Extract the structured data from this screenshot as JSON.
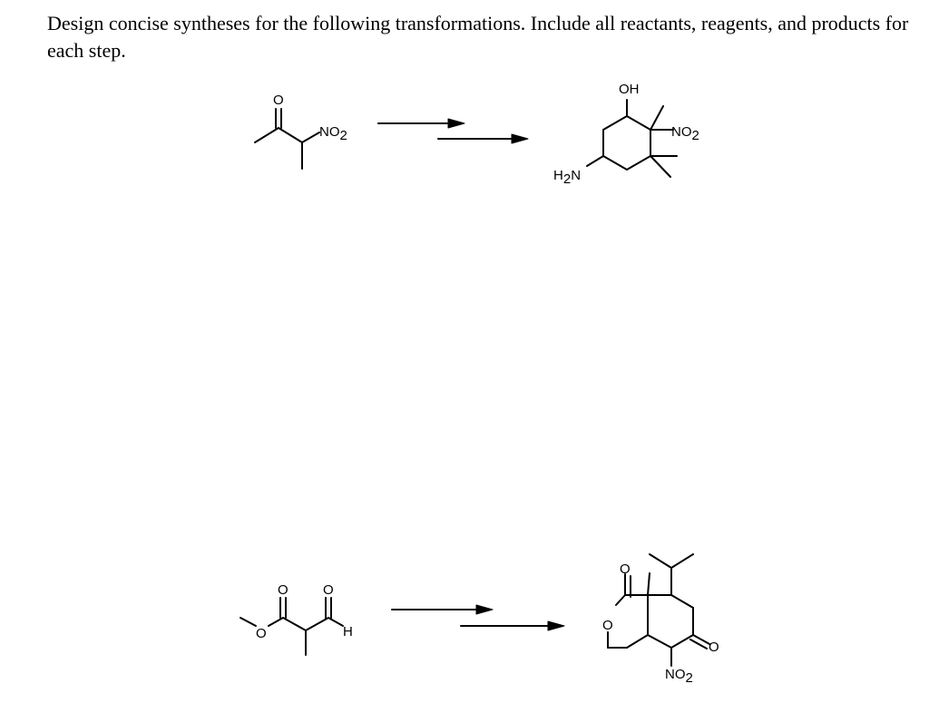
{
  "instructions": "Design concise syntheses for the following transformations. Include all reactants, reagents, and products for each step.",
  "problems": [
    {
      "starting_material": {
        "atom_labels": {
          "carbonyl_o": "O",
          "nitro": "NO",
          "nitro_sub": "2"
        }
      },
      "product": {
        "atom_labels": {
          "hydroxyl": "OH",
          "amine_h": "H",
          "amine_sub": "2",
          "amine_n": "N",
          "nitro": "NO",
          "nitro_sub": "2"
        }
      }
    },
    {
      "starting_material": {
        "atom_labels": {
          "ester_carbonyl_o": "O",
          "ester_o": "O",
          "aldehyde_o": "O",
          "aldehyde_h": "H"
        }
      },
      "product": {
        "atom_labels": {
          "lactone_carbonyl_o": "O",
          "ring_o": "O",
          "ketone_o": "O",
          "nitro": "NO",
          "nitro_sub": "2"
        }
      }
    }
  ]
}
